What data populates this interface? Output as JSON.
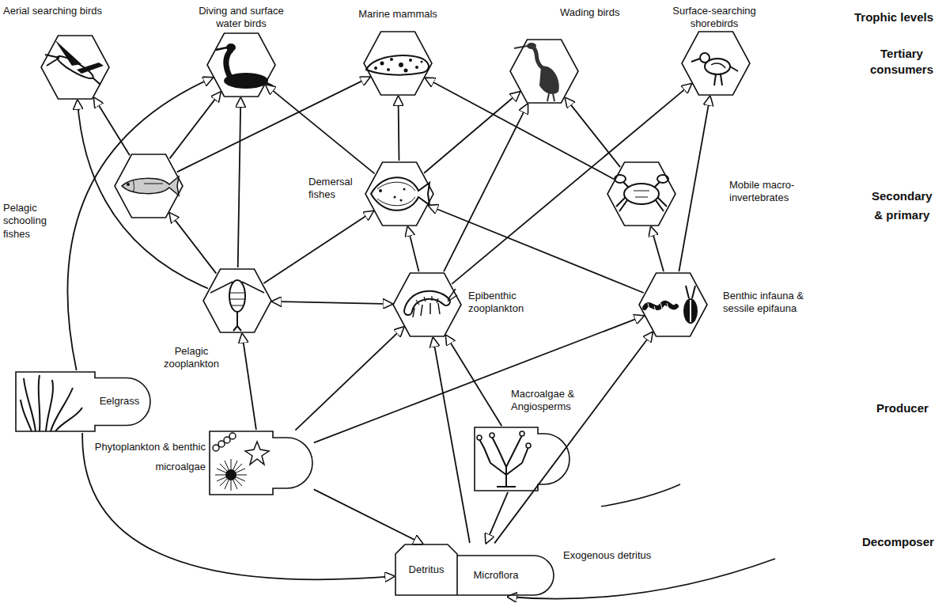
{
  "diagram": {
    "nodes": [
      {
        "text": [
          "Aerial searching birds"
        ]
      },
      {
        "text": [
          "Diving and surface water birds"
        ]
      },
      {
        "text": [
          "Marine mammals"
        ]
      },
      {
        "text": [
          "Wading birds"
        ]
      },
      {
        "text": [
          "Surface-searching shorebirds"
        ]
      },
      {
        "text": [
          "Pelagic schooling fishes"
        ]
      },
      {
        "text": [
          "Demersal fishes"
        ]
      },
      {
        "text": [
          "Mobile macro-invertebrates"
        ]
      },
      {
        "text": [
          "Pelagic zooplankton"
        ]
      },
      {
        "text": [
          "Epibenthic zooplankton"
        ]
      },
      {
        "text": [
          "Benthic infauna & sessile epifauna"
        ]
      },
      {
        "text": [
          "Eelgrass"
        ]
      },
      {
        "text": [
          "Phytoplankton & benthic microalgae"
        ]
      },
      {
        "text": [
          "Macroalgae & Angiosperms"
        ]
      },
      {
        "text": [
          "Detritus",
          "Microflora"
        ]
      }
    ],
    "edges": [
      {
        "from": 5,
        "to": 0,
        "arrow": "to"
      },
      {
        "from": 5,
        "to": 1,
        "arrow": "to"
      },
      {
        "from": 5,
        "to": 2,
        "arrow": "to"
      },
      {
        "from": 11,
        "to": 1,
        "arrow": "to"
      },
      {
        "from": 8,
        "to": 0,
        "arrow": "to"
      },
      {
        "from": 8,
        "to": 5,
        "arrow": "to"
      },
      {
        "from": 8,
        "to": 1,
        "arrow": "to"
      },
      {
        "from": 8,
        "to": 6,
        "arrow": "to"
      },
      {
        "from": 8,
        "to": 9,
        "arrow": "both"
      },
      {
        "from": 6,
        "to": 1,
        "arrow": "to"
      },
      {
        "from": 6,
        "to": 2,
        "arrow": "to"
      },
      {
        "from": 6,
        "to": 3,
        "arrow": "to"
      },
      {
        "from": 9,
        "to": 6,
        "arrow": "to"
      },
      {
        "from": 9,
        "to": 3,
        "arrow": "to"
      },
      {
        "from": 9,
        "to": 4,
        "arrow": "to"
      },
      {
        "from": 7,
        "to": 3,
        "arrow": "to"
      },
      {
        "from": 7,
        "to": 2,
        "arrow": "to"
      },
      {
        "from": 10,
        "to": 6,
        "arrow": "to"
      },
      {
        "from": 10,
        "to": 7,
        "arrow": "to"
      },
      {
        "from": 10,
        "to": 4,
        "arrow": "to"
      },
      {
        "from": 12,
        "to": 8,
        "arrow": "to"
      },
      {
        "from": 12,
        "to": 9,
        "arrow": "to"
      },
      {
        "from": 12,
        "to": 10,
        "arrow": "to"
      },
      {
        "from": 12,
        "to": 14,
        "arrow": "to"
      },
      {
        "from": 11,
        "to": 14,
        "arrow": "to"
      },
      {
        "from": 13,
        "to": 9,
        "arrow": "to"
      },
      {
        "from": 13,
        "to": 14,
        "arrow": "to"
      },
      {
        "from": 14,
        "to": 9,
        "arrow": "to"
      },
      {
        "from": 14,
        "to": 10,
        "arrow": "to"
      }
    ],
    "labels": [
      "Trophic levels",
      "Tertiary consumers",
      "Secondary & primary",
      "Producer",
      "Decomposer",
      "Exogenous detritus"
    ]
  }
}
